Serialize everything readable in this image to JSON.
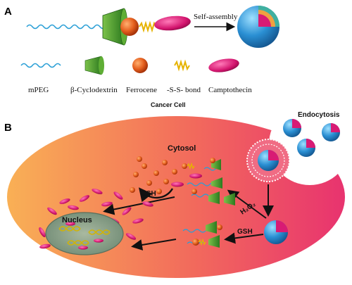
{
  "panel_a": {
    "label": "A",
    "arrow_label": "Self-assembly",
    "legend": {
      "mpeg": "mPEG",
      "cyclodextrin": "β-Cyclodextrin",
      "ferrocene": "Ferrocene",
      "ss_bond": "-S-S- bond",
      "camptothecin": "Camptothecin"
    }
  },
  "panel_b": {
    "label": "B",
    "title": "Cancer Cell",
    "endocytosis": "Endocytosis",
    "cytosol": "Cytosol",
    "nucleus": "Nucleus",
    "gsh_top": "GSH",
    "gsh_bottom": "GSH",
    "h2o2": "H₂O₂"
  },
  "colors": {
    "peg": "#2a9fd6",
    "cd_green": "#3f9a2c",
    "ferrocene": "#e2581d",
    "ss_bond": "#e6b300",
    "cpt": "#d81b74",
    "micelle_shell": "#2e7fc0",
    "cell_left": "#f7a24a",
    "cell_right": "#e83a74"
  }
}
